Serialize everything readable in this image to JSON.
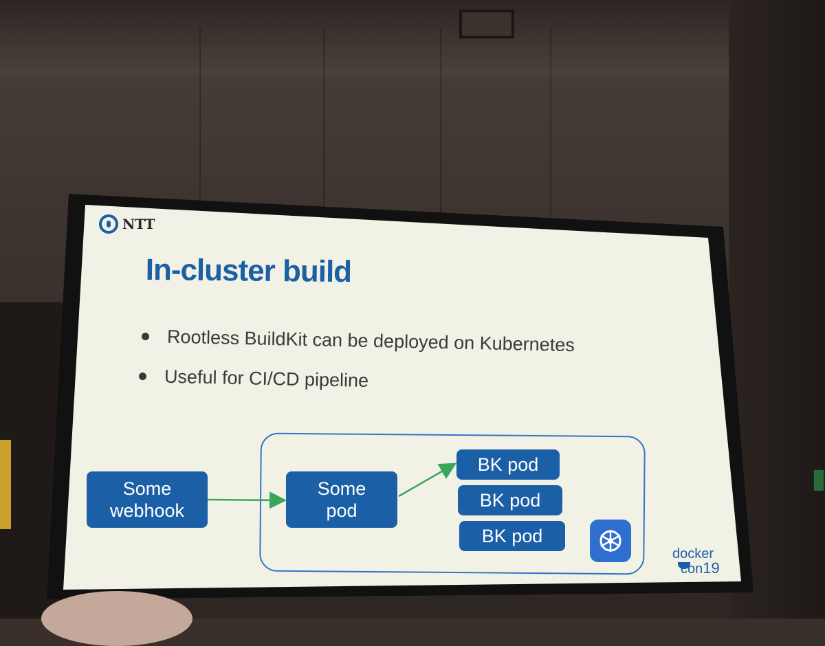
{
  "slide": {
    "logo_text": "NTT",
    "title": "In-cluster build",
    "bullets": [
      "Rootless BuildKit can be deployed on Kubernetes",
      "Useful for CI/CD pipeline"
    ],
    "diagram": {
      "webhook_line1": "Some",
      "webhook_line2": "webhook",
      "pod_line1": "Some",
      "pod_line2": "pod",
      "bk_pods": [
        "BK pod",
        "BK pod",
        "BK pod"
      ]
    },
    "event_logo_top": "docker",
    "event_logo_bottom": "con",
    "event_logo_number": "19"
  },
  "colors": {
    "slide_bg": "#f2f1e6",
    "accent_blue": "#1b5fa7",
    "arrow_green": "#3aa55b"
  }
}
